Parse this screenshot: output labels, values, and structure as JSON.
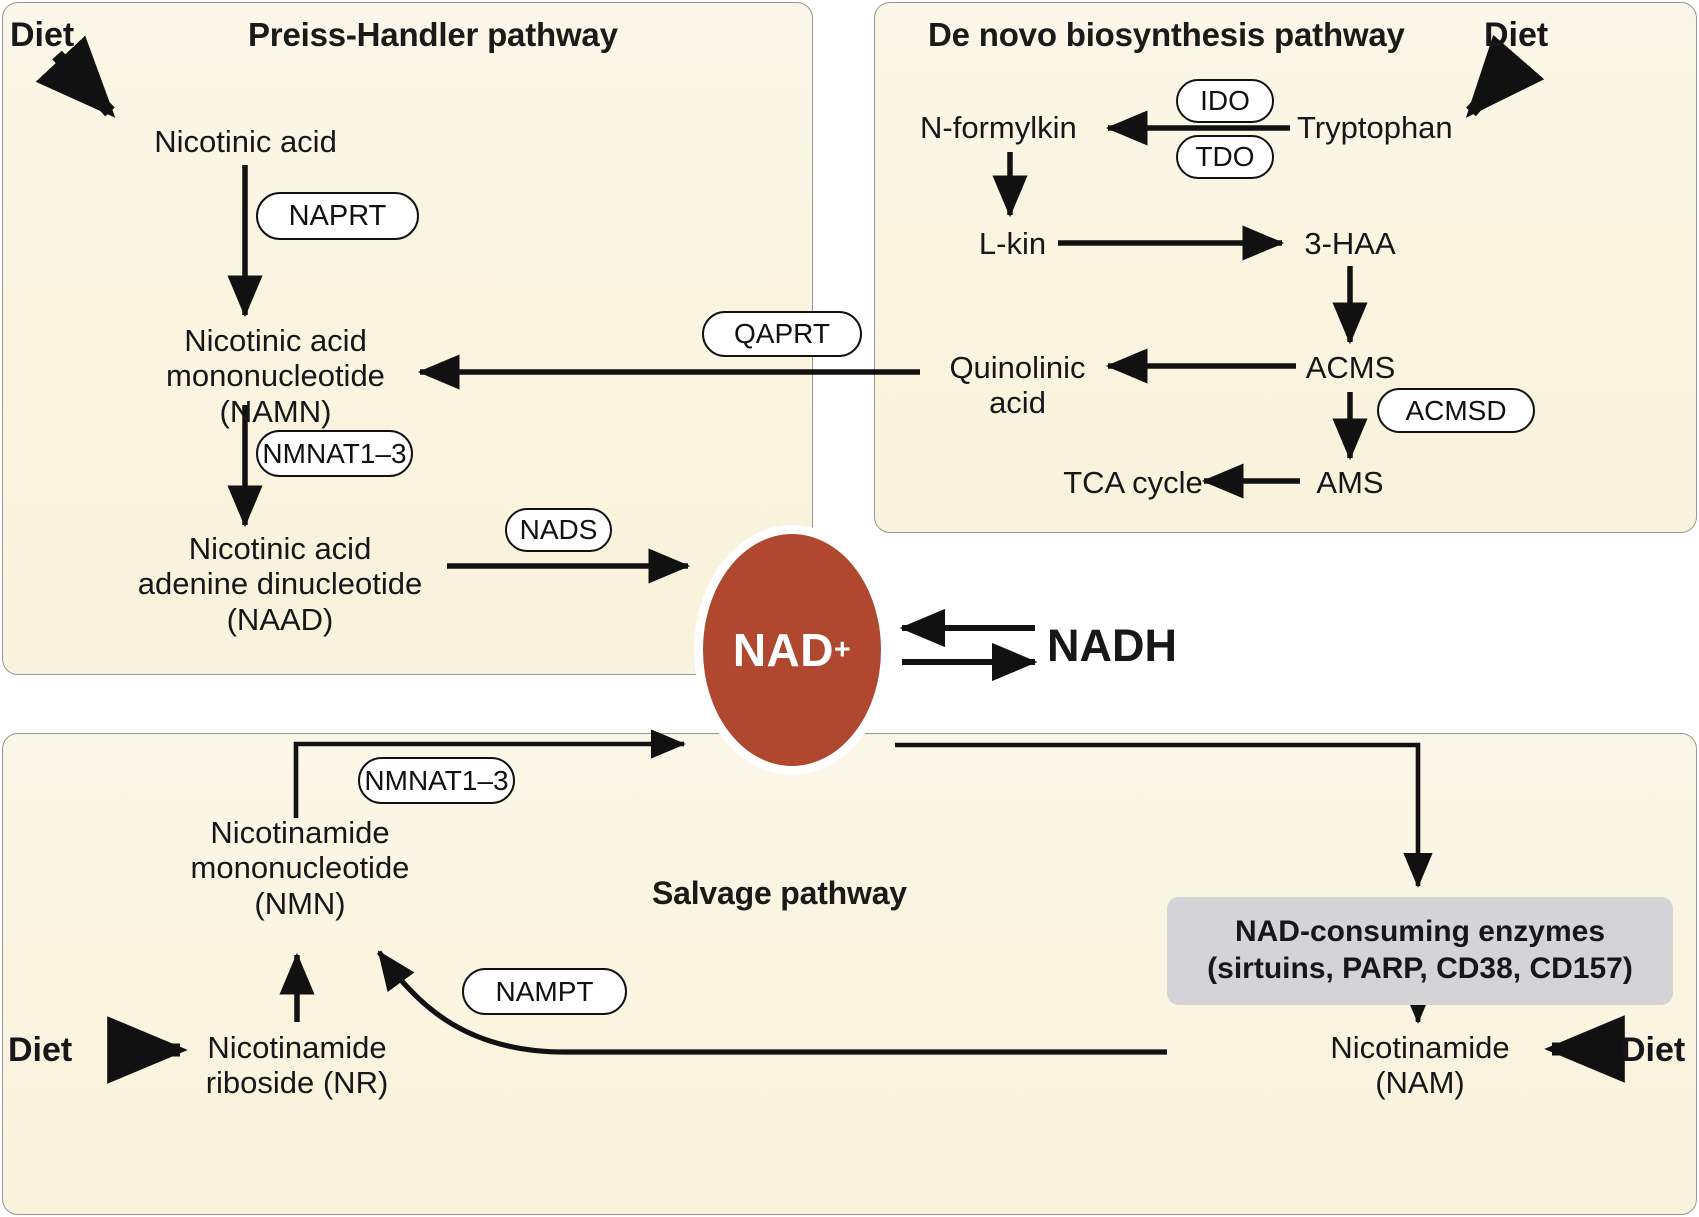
{
  "figure": {
    "title": "NAD+ biosynthesis and consumption pathways",
    "colors": {
      "panel_background": "#faf4e1",
      "panel_border": "#9a978e",
      "nad_node": "#b0472f",
      "consumers_box": "#d4d4d7",
      "arrow": "#111111",
      "text": "#17171a"
    }
  },
  "panels": {
    "preiss_handler": {
      "title": "Preiss-Handler pathway",
      "diet_label": "Diet",
      "nodes": {
        "nicotinic_acid": "Nicotinic acid",
        "namn": "Nicotinic acid\nmononucleotide (NAMN)",
        "naad": "Nicotinic acid\nadenine dinucleotide (NAAD)"
      },
      "enzymes": {
        "naprt": "NAPRT",
        "nmnat": "NMNAT1–3",
        "nads": "NADS"
      }
    },
    "de_novo": {
      "title": "De novo biosynthesis pathway",
      "diet_label": "Diet",
      "nodes": {
        "tryptophan": "Tryptophan",
        "n_formylkin": "N-formylkin",
        "l_kin": "L-kin",
        "haa3": "3-HAA",
        "acms": "ACMS",
        "ams": "AMS",
        "quinolinic_acid": "Quinolinic\nacid",
        "tca_cycle": "TCA cycle"
      },
      "enzymes": {
        "ido": "IDO",
        "tdo": "TDO",
        "acmsd": "ACMSD",
        "qaprt": "QAPRT"
      }
    },
    "salvage": {
      "title": "Salvage pathway",
      "diet_label_left": "Diet",
      "diet_label_right": "Diet",
      "nodes": {
        "nmn": "Nicotinamide\nmononucleotide\n(NMN)",
        "nr": "Nicotinamide\nriboside (NR)",
        "nam": "Nicotinamide\n(NAM)"
      },
      "enzymes": {
        "nmnat": "NMNAT1–3",
        "nampt": "NAMPT"
      },
      "consumers_box": {
        "line1": "NAD-consuming enzymes",
        "line2": "(sirtuins, PARP, CD38, CD157)"
      }
    }
  },
  "center": {
    "nad_plus_label": "NAD",
    "nad_plus_superscript": "+",
    "nadh_label": "NADH"
  },
  "chart_data": {
    "type": "diagram",
    "title": "NAD+ metabolism: Preiss-Handler, de novo biosynthesis and salvage pathways",
    "nodes": [
      {
        "id": "diet_ph",
        "label": "Diet",
        "panel": "preiss_handler"
      },
      {
        "id": "nicotinic_acid",
        "label": "Nicotinic acid",
        "panel": "preiss_handler"
      },
      {
        "id": "namn",
        "label": "Nicotinic acid mononucleotide (NAMN)",
        "panel": "preiss_handler"
      },
      {
        "id": "naad",
        "label": "Nicotinic acid adenine dinucleotide (NAAD)",
        "panel": "preiss_handler"
      },
      {
        "id": "diet_dn",
        "label": "Diet",
        "panel": "de_novo"
      },
      {
        "id": "tryptophan",
        "label": "Tryptophan",
        "panel": "de_novo"
      },
      {
        "id": "n_formylkin",
        "label": "N-formylkin",
        "panel": "de_novo"
      },
      {
        "id": "l_kin",
        "label": "L-kin",
        "panel": "de_novo"
      },
      {
        "id": "haa3",
        "label": "3-HAA",
        "panel": "de_novo"
      },
      {
        "id": "acms",
        "label": "ACMS",
        "panel": "de_novo"
      },
      {
        "id": "ams",
        "label": "AMS",
        "panel": "de_novo"
      },
      {
        "id": "tca",
        "label": "TCA cycle",
        "panel": "de_novo"
      },
      {
        "id": "quinolinic_acid",
        "label": "Quinolinic acid",
        "panel": "de_novo"
      },
      {
        "id": "nad",
        "label": "NAD+",
        "panel": "center"
      },
      {
        "id": "nadh",
        "label": "NADH",
        "panel": "center"
      },
      {
        "id": "nmn",
        "label": "Nicotinamide mononucleotide (NMN)",
        "panel": "salvage"
      },
      {
        "id": "nr",
        "label": "Nicotinamide riboside (NR)",
        "panel": "salvage"
      },
      {
        "id": "diet_nr",
        "label": "Diet",
        "panel": "salvage"
      },
      {
        "id": "nam",
        "label": "Nicotinamide (NAM)",
        "panel": "salvage"
      },
      {
        "id": "diet_nam",
        "label": "Diet",
        "panel": "salvage"
      },
      {
        "id": "consumers",
        "label": "NAD-consuming enzymes (sirtuins, PARP, CD38, CD157)",
        "panel": "salvage"
      }
    ],
    "edges": [
      {
        "from": "diet_ph",
        "to": "nicotinic_acid",
        "enzyme": ""
      },
      {
        "from": "nicotinic_acid",
        "to": "namn",
        "enzyme": "NAPRT"
      },
      {
        "from": "namn",
        "to": "naad",
        "enzyme": "NMNAT1–3"
      },
      {
        "from": "naad",
        "to": "nad",
        "enzyme": "NADS"
      },
      {
        "from": "diet_dn",
        "to": "tryptophan",
        "enzyme": ""
      },
      {
        "from": "tryptophan",
        "to": "n_formylkin",
        "enzyme": "IDO / TDO"
      },
      {
        "from": "n_formylkin",
        "to": "l_kin",
        "enzyme": ""
      },
      {
        "from": "l_kin",
        "to": "haa3",
        "enzyme": ""
      },
      {
        "from": "haa3",
        "to": "acms",
        "enzyme": ""
      },
      {
        "from": "acms",
        "to": "quinolinic_acid",
        "enzyme": ""
      },
      {
        "from": "acms",
        "to": "ams",
        "enzyme": "ACMSD"
      },
      {
        "from": "ams",
        "to": "tca",
        "enzyme": ""
      },
      {
        "from": "quinolinic_acid",
        "to": "namn",
        "enzyme": "QAPRT"
      },
      {
        "from": "nad",
        "to": "nadh",
        "enzyme": "",
        "reversible": true
      },
      {
        "from": "nmn",
        "to": "nad",
        "enzyme": "NMNAT1–3"
      },
      {
        "from": "nr",
        "to": "nmn",
        "enzyme": ""
      },
      {
        "from": "diet_nr",
        "to": "nr",
        "enzyme": ""
      },
      {
        "from": "nad",
        "to": "consumers",
        "enzyme": ""
      },
      {
        "from": "consumers",
        "to": "nam",
        "enzyme": ""
      },
      {
        "from": "diet_nam",
        "to": "nam",
        "enzyme": ""
      },
      {
        "from": "nam",
        "to": "nmn",
        "enzyme": "NAMPT"
      }
    ]
  }
}
